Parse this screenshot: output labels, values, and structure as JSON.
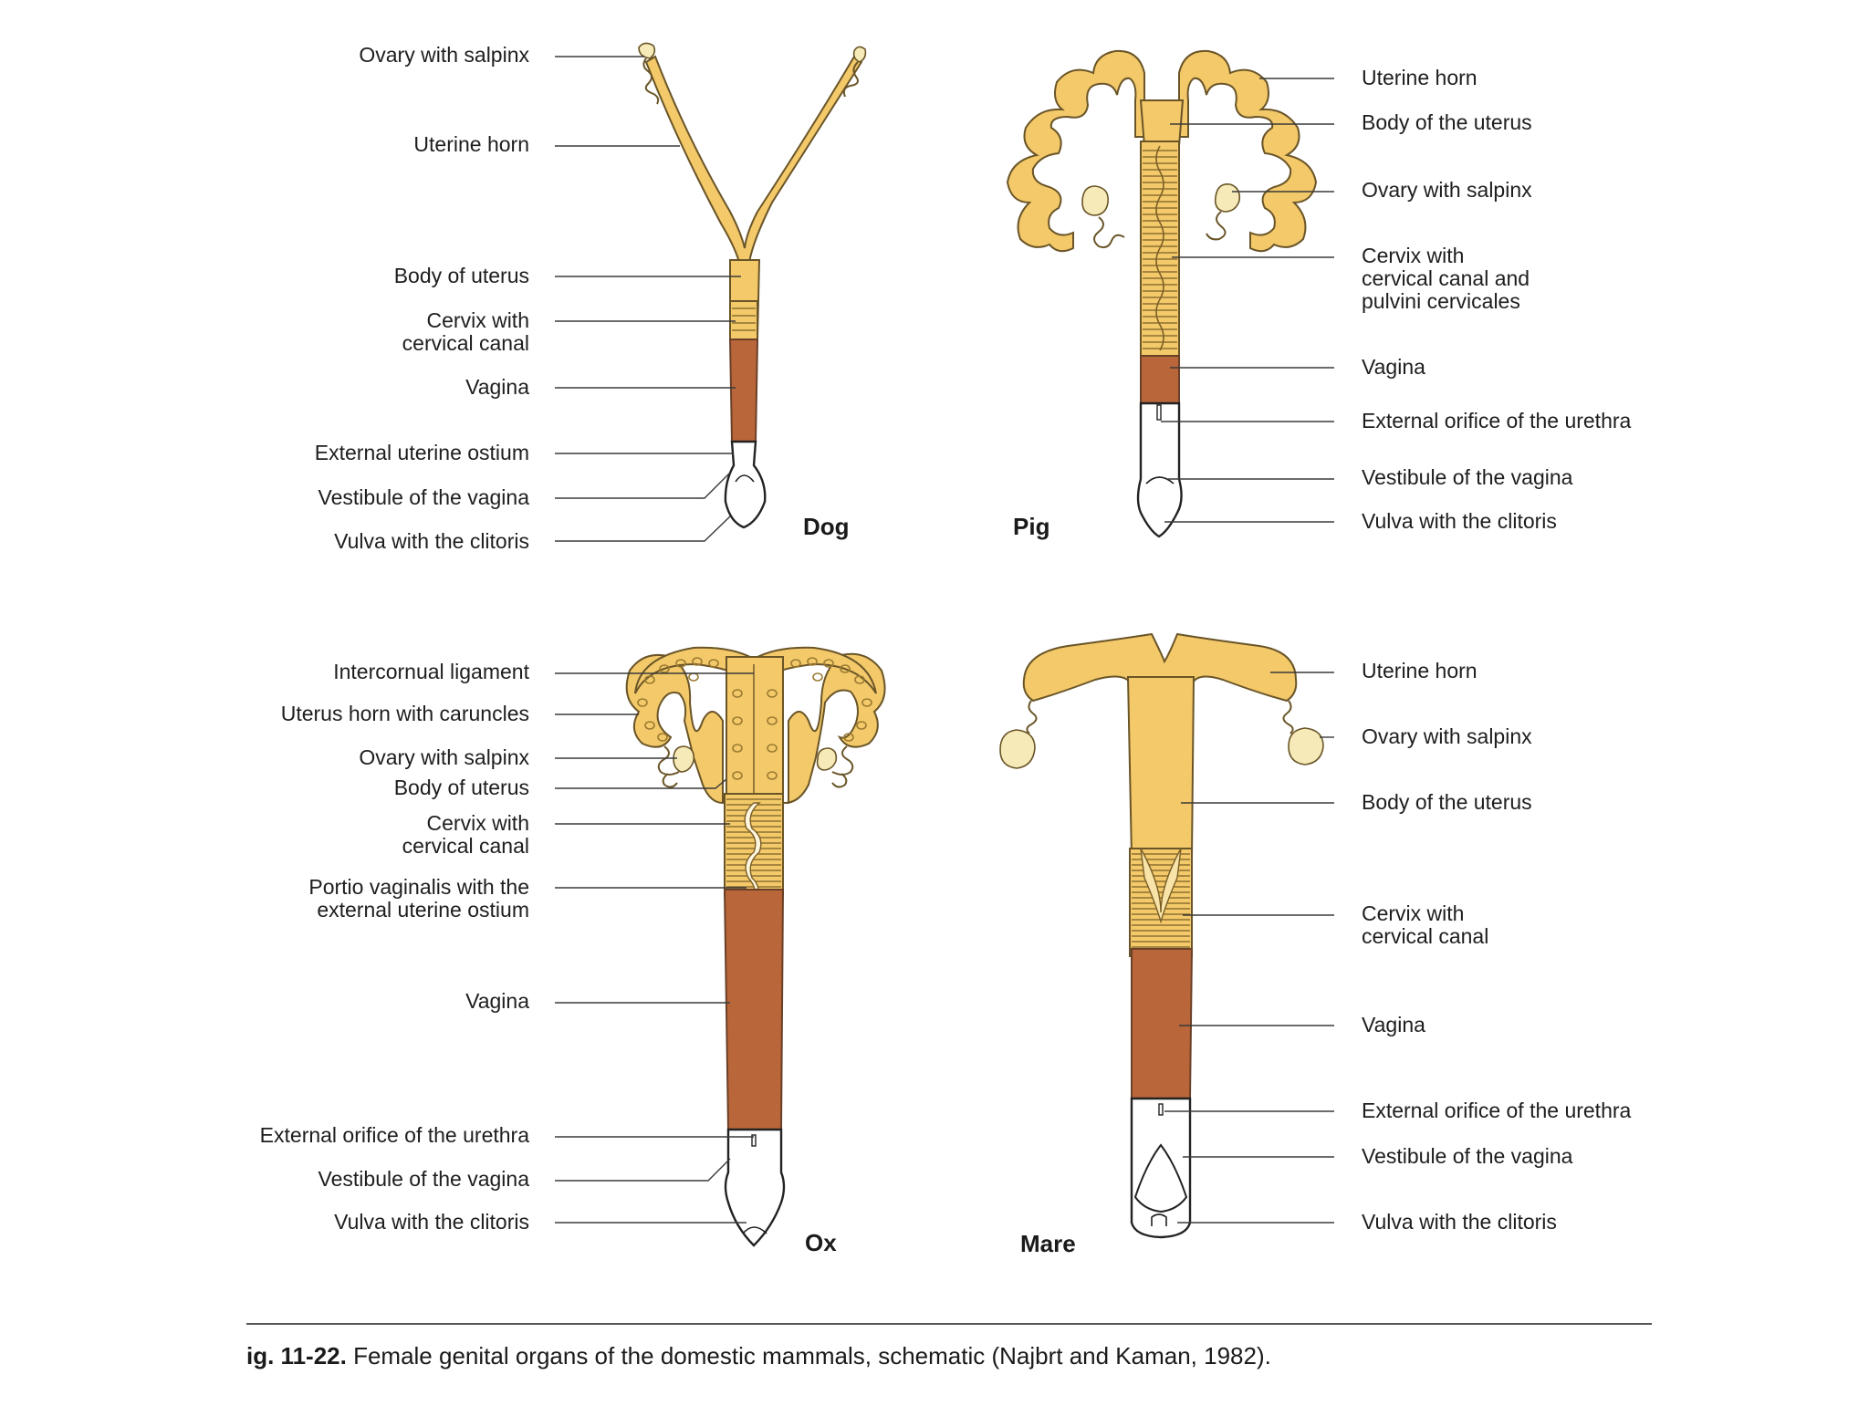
{
  "dog": {
    "name": "Dog",
    "labels": [
      "Ovary with salpinx",
      "Uterine horn",
      "Body of uterus",
      "Cervix with\ncervical canal",
      "Vagina",
      "External uterine ostium",
      "Vestibule of the vagina",
      "Vulva with the clitoris"
    ]
  },
  "pig": {
    "name": "Pig",
    "labels": [
      "Uterine horn",
      "Body of the uterus",
      "Ovary with salpinx",
      "Cervix with\ncervical canal and\npulvini cervicales",
      "Vagina",
      "External orifice of the urethra",
      "Vestibule of the vagina",
      "Vulva with the clitoris"
    ]
  },
  "ox": {
    "name": "Ox",
    "labels": [
      "Intercornual ligament",
      "Uterus horn with caruncles",
      "Ovary with salpinx",
      "Body of uterus",
      "Cervix with\ncervical canal",
      "Portio vaginalis with the\nexternal uterine ostium",
      "Vagina",
      "External orifice of the urethra",
      "Vestibule of the vagina",
      "Vulva with the clitoris"
    ]
  },
  "mare": {
    "name": "Mare",
    "labels": [
      "Uterine horn",
      "Ovary with salpinx",
      "Body of the uterus",
      "Cervix with\ncervical canal",
      "Vagina",
      "External orifice of the urethra",
      "Vestibule of the vagina",
      "Vulva with the clitoris"
    ]
  },
  "caption": {
    "figure_number": "ig. 11-22.",
    "text": " Female genital organs of the domestic mammals, schematic (Najbrt and Kaman, 1982)."
  },
  "colors": {
    "uterine_tissue": "#F3C96A",
    "vagina": "#B9663A",
    "vestibule": "#FFFFFF",
    "ovary": "#F6EBB8"
  }
}
